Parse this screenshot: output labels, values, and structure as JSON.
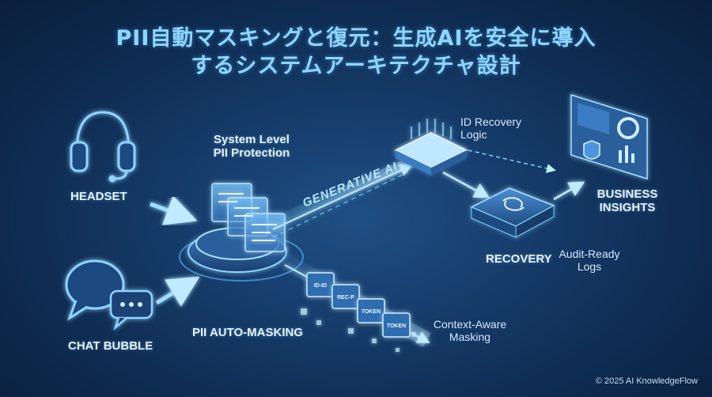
{
  "title": {
    "line1": "PII自動マスキングと復元：生成AIを安全に導入",
    "line2": "するシステムアーキテクチャ設計"
  },
  "nodes": {
    "headset": "HEADSET",
    "chat_bubble": "CHAT BUBBLE",
    "system_level_line1": "System Level",
    "system_level_line2": "PII Protection",
    "pii_auto_masking": "PII AUTO-MASKING",
    "generative_ai": "GENERATIVE AI",
    "id_recovery_line1": "ID Recovery",
    "id_recovery_line2": "Logic",
    "recovery": "RECOVERY",
    "audit_line1": "Audit-Ready",
    "audit_line2": "Logs",
    "business_line1": "BUSINESS",
    "business_line2": "INSIGHTS",
    "context_line1": "Context-Aware",
    "context_line2": "Masking"
  },
  "tokens": [
    "ID-ID",
    "REC-P",
    "TOKEN",
    "TOKEN"
  ],
  "footer": "© 2025 AI KnowledgeFlow",
  "colors": {
    "accent": "#8fd6ff",
    "background": "#163c6a",
    "glow": "#5fc8ff"
  }
}
